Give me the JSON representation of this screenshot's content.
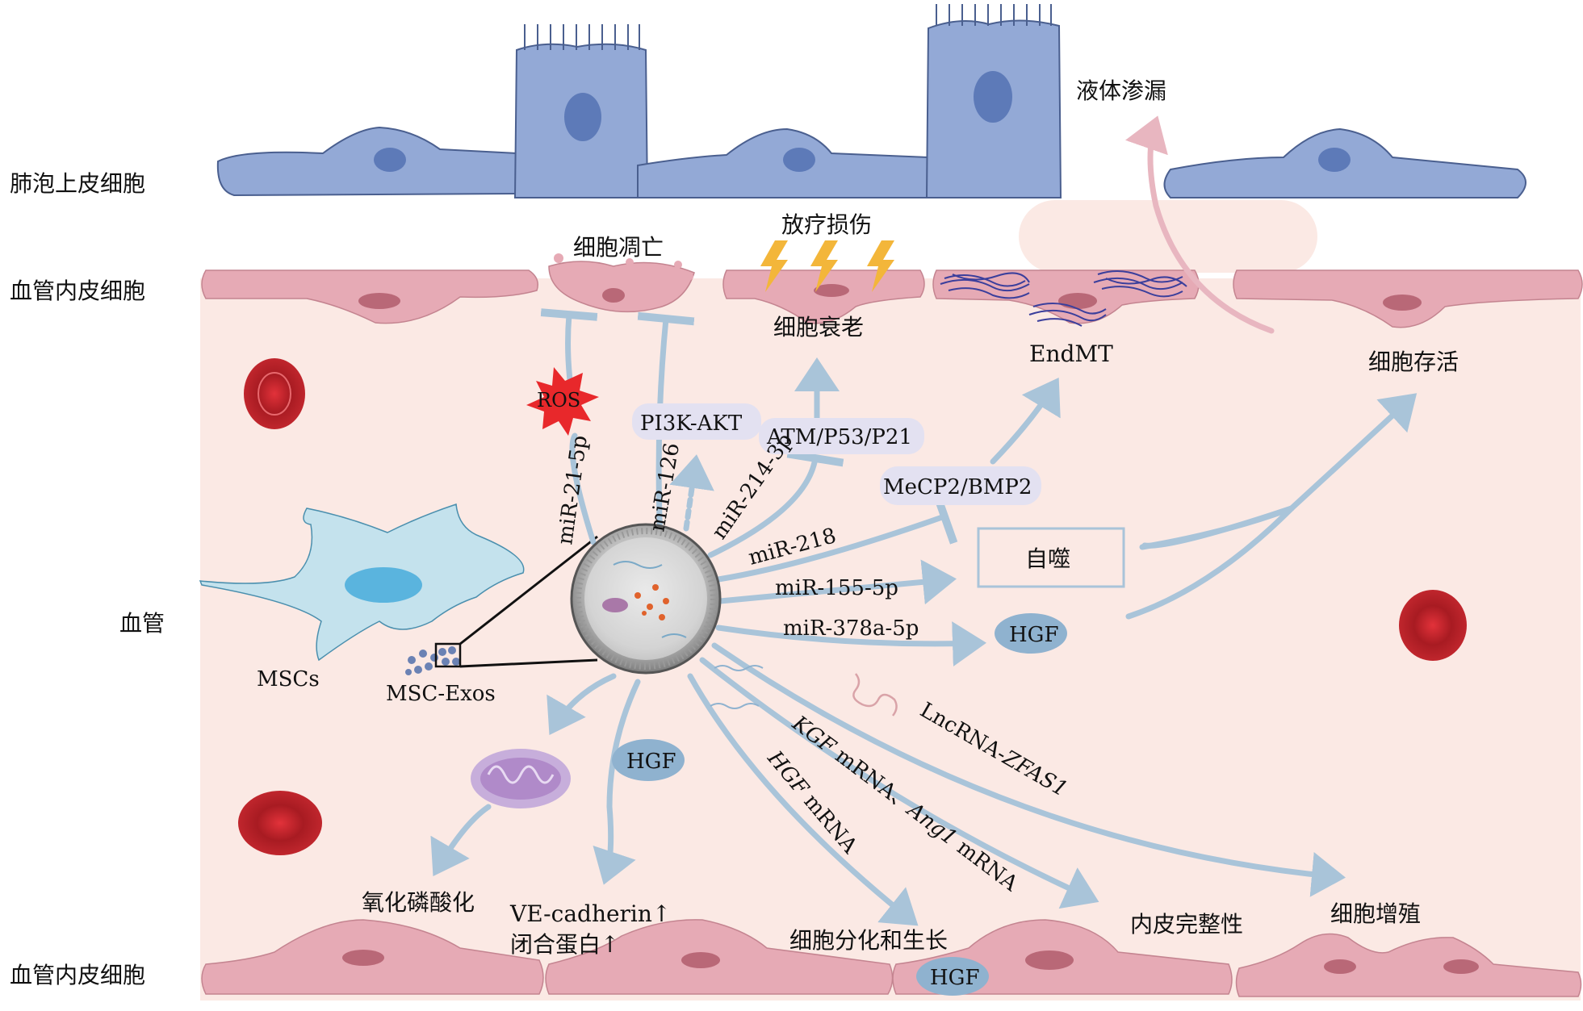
{
  "labels": {
    "alveolar_epithelium": "肺泡上皮细胞",
    "endothelium_top": "血管内皮细胞",
    "vessel": "血管",
    "endothelium_bottom": "血管内皮细胞",
    "fluid_leak": "液体渗漏",
    "radiation_injury": "放疗损伤",
    "apoptosis": "细胞凋亡",
    "senescence": "细胞衰老",
    "endmt": "EndMT",
    "survival": "细胞存活",
    "ros": "ROS",
    "pi3k_akt": "PI3K-AKT",
    "atm_p53_p21": "ATM/P53/P21",
    "mecp2_bmp2": "MeCP2/BMP2",
    "autophagy": "自噬",
    "hgf_right": "HGF",
    "hgf_center": "HGF",
    "hgf_bottom": "HGF",
    "mscs": "MSCs",
    "msc_exos": "MSC-Exos",
    "oxphos": "氧化磷酸化",
    "ve_cadherin": "VE-cadherin↑",
    "occludin": "闭合蛋白↑",
    "differentiation": "细胞分化和生长",
    "integrity": "内皮完整性",
    "proliferation": "细胞增殖"
  },
  "mirna": {
    "mir21": "miR-21-5p",
    "mir126": "miR-126",
    "mir214": "miR-214-3p",
    "mir218": "miR-218",
    "mir155": "miR-155-5p",
    "mir378": "miR-378a-5p",
    "lnc_prefix": "LncRNA-",
    "lnc_gene": "ZFAS1",
    "hgf_mrna_gene": "HGF",
    "hgf_mrna_suffix": " mRNA",
    "kgf_gene": "KGF",
    "kgf_mid": " mRNA、",
    "ang1_gene": "Ang1",
    "ang1_suffix": " mRNA"
  },
  "colors": {
    "arrow": "#a9c4d9",
    "vessel_bg": "#fbe9e4",
    "endo_cell": "#e6aab5",
    "epi_cell": "#93a9d6",
    "epi_nucleus": "#5d7ab8",
    "rbc": "#c0262d",
    "node_bg": "#e3e1f1",
    "hgf_bg": "#8fb2cf",
    "ros": "#e8282b",
    "lightning": "#f3b63a"
  }
}
